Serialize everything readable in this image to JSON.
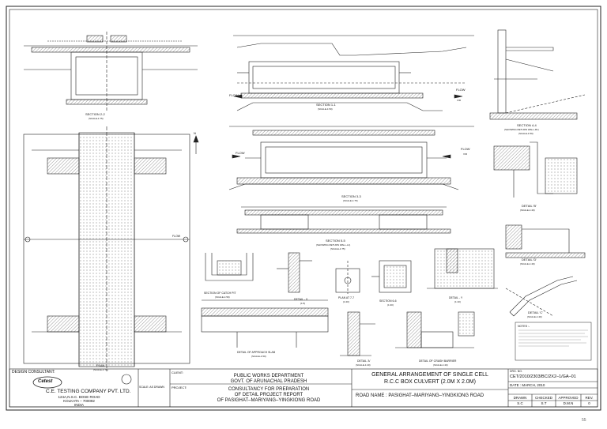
{
  "views": {
    "section_2_2": {
      "title": "SECTION 2-2",
      "scale": "(SCALE-1:75)"
    },
    "section_1_1": {
      "title": "SECTION 1-1",
      "scale": "(SCALE-1:50)",
      "flow_label": "FLOW",
      "vr": "V/R",
      "hfl": "H.F.L"
    },
    "section_3_3": {
      "title": "SECTION 3-3",
      "scale": "(SCALE-1:75)",
      "flow_label": "FLOW",
      "vr": "V/R"
    },
    "section_4_4": {
      "title": "SECTION 4-4",
      "subtitle": "(SHOWING RETURN WALL-R1)",
      "scale": "(SCALE-1:50)"
    },
    "section_5_5": {
      "title": "SECTION 5-5",
      "subtitle": "(SHOWING RETURN WALL-L1)",
      "scale": "(SCALE-1:75)"
    },
    "plan": {
      "title": "PLAN",
      "scale": "(SCALE-1:75)",
      "flow_label": "FLOW",
      "north": "N"
    },
    "detail_b": {
      "title": "DETAIL 'B'",
      "scale": "(SCALE-1:40)"
    },
    "detail_d": {
      "title": "DETAIL 'D'",
      "scale": "(SCALE-1:40)"
    },
    "detail_c": {
      "title": "DETAIL 'C'",
      "scale": "(SCALE-1:40)"
    },
    "catch_pit": {
      "title": "SECTION OF CATCH PIT",
      "scale": "(SCALE-1:50)"
    },
    "detail_x": {
      "title": "DETAIL - X",
      "scale": "(1:5)"
    },
    "plan_at_7_7": {
      "title": "PLAN AT 7-7",
      "scale": "(1:20)"
    },
    "section_6_6": {
      "title": "SECTION 6-6",
      "scale": "(1:20)"
    },
    "detail_y": {
      "title": "DETAIL - Y",
      "scale": "(1:10)"
    },
    "approach_slab": {
      "title": "DETAIL OF APPROACH SLAB",
      "scale": "(SCALE-1:50)"
    },
    "detail_a": {
      "title": "DETAIL 'A'",
      "scale": "(SCALE-1:40)"
    },
    "crash_barrier": {
      "title": "DETAIL OF CRASH BARRIER",
      "scale": "(SCALE-1:40)"
    },
    "notes": {
      "title": "NOTES :-"
    }
  },
  "title_block": {
    "design_consultant_label": "DESIGN CONSULTANT:",
    "logo_text": "Cetest",
    "company_name": "C.E. TESTING COMPANY PVT. LTD.",
    "address_1": "124A,N.S.C. BOSE ROAD",
    "address_2": "KOLKATA – 700092",
    "address_3": "INDIA",
    "scale_label": "SCALE: AS DRAWN",
    "client_label": "CLIENT:",
    "client_1": "PUBLIC WORKS DEPARTMENT",
    "client_2": "GOVT. OF ARUNACHAL PRADESH",
    "project_label": "PROJECT:",
    "project_1": "CONSULTANCY FOR PREPARATION",
    "project_2": "OF DETAIL PROJECT REPORT",
    "project_3": "OF PASIGHAT–MARIYANG–YINGKIONG ROAD",
    "title_1": "GENERAL ARRANGEMENT OF SINGLE CELL",
    "title_2": "R.C.C BOX CULVERT (2.0M X 2.0M)",
    "road_name": "ROAD NAME : PASIGHAT–MARIYANG–YINGKIONG ROAD",
    "drg_no_label": "DRG. NO.",
    "drg_no": "CET/2010/2303/BC/2X2–1/GA–01",
    "date": "DATE : MARCH, 2010",
    "drawn_label": "DRAWN",
    "checked_label": "CHECKED",
    "approved_label": "APPROVED",
    "rev_label": "REV.",
    "drawn": "S.C",
    "checked": "S.T",
    "approved": "D.M.N",
    "rev": "0"
  },
  "page_number": "55",
  "colors": {
    "line": "#222222",
    "paper": "#ffffff",
    "hatch": "#555555"
  }
}
